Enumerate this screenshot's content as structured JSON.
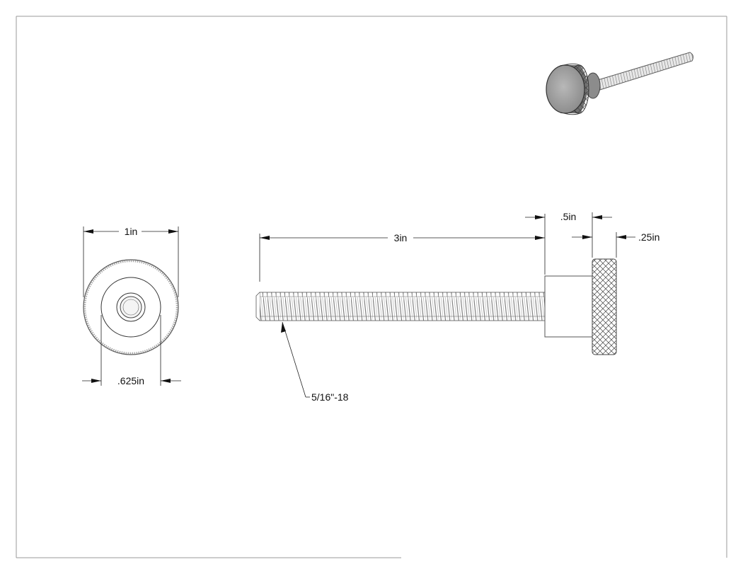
{
  "drawing": {
    "end_view": {
      "overall_diameter_label": "1in",
      "shoulder_diameter_label": ".625in"
    },
    "side_view": {
      "thread_length_label": "3in",
      "shoulder_length_label": ".5in",
      "head_thickness_label": ".25in",
      "thread_callout_label": "5/16\"-18"
    },
    "iso_view": {
      "description_icon": "thumb-screw-isometric-icon"
    }
  }
}
